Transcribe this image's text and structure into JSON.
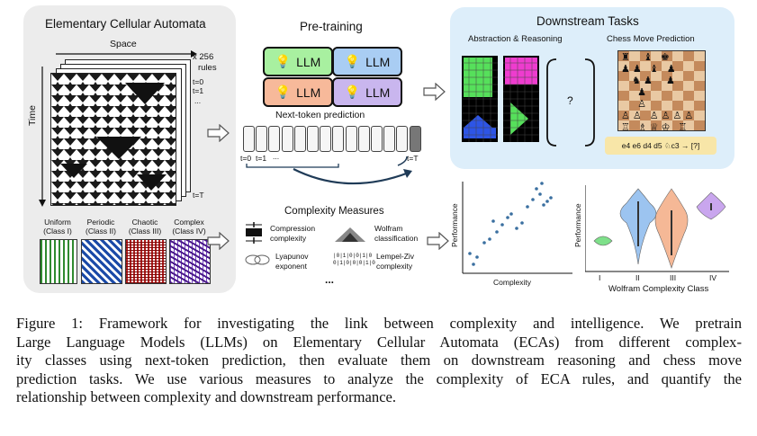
{
  "left_panel": {
    "title": "Elementary Cellular Automata",
    "space_label": "Space",
    "time_label": "Time",
    "rules_count": "x 256",
    "rules_word": "rules",
    "t0": "t=0",
    "t1": "t=1",
    "dots": "...",
    "tT": "t=T",
    "classes": [
      {
        "name": "Uniform",
        "sub": "(Class I)"
      },
      {
        "name": "Periodic",
        "sub": "(Class II)"
      },
      {
        "name": "Chaotic",
        "sub": "(Class III)"
      },
      {
        "name": "Complex",
        "sub": "(Class IV)"
      }
    ]
  },
  "pretraining": {
    "title": "Pre-training",
    "llm_label": "LLM",
    "llm_colors": [
      "#a8f0a0",
      "#a9cdf3",
      "#f7b99a",
      "#c9b6ee"
    ],
    "next_token": "Next-token prediction",
    "t0": "t=0",
    "t1": "t=1",
    "dots": "...",
    "tT": "t=T"
  },
  "complexity": {
    "title": "Complexity Measures",
    "items": [
      {
        "label1": "Compression",
        "label2": "complexity",
        "icon": "compress-icon"
      },
      {
        "label1": "Wolfram",
        "label2": "classification",
        "icon": "triangle-pattern-icon"
      },
      {
        "label1": "Lyapunov",
        "label2": "exponent",
        "icon": "attractor-icon"
      },
      {
        "label1": "Lempel-Ziv",
        "label2": "complexity",
        "icon": "binary-string-icon"
      }
    ],
    "binary1": "|0|1|0|0|1|0",
    "binary2": "0|1|0|0|0|1|0",
    "more": "..."
  },
  "downstream": {
    "title": "Downstream Tasks",
    "abstraction": "Abstraction & Reasoning",
    "chess": "Chess Move Prediction",
    "question": "?",
    "moves": "e4 e6 d4 d5 ♘c3 → [?]"
  },
  "scatter": {
    "xlabel": "Complexity",
    "ylabel": "Performance"
  },
  "violin": {
    "ylabel": "Performance",
    "xlabel": "Wolfram Complexity Class",
    "categories": [
      "I",
      "II",
      "III",
      "IV"
    ],
    "colors": [
      "#7ee08a",
      "#9cc4f0",
      "#f5b896",
      "#c9a6ee"
    ]
  },
  "caption_lines": [
    "Figure 1: Framework for investigating the link between complexity and intelligence. We pretrain",
    "Large Language Models (LLMs) on Elementary Cellular Automata (ECAs) from different complex-",
    "ity classes using next-token prediction, then evaluate them on downstream reasoning and chess move",
    "prediction tasks. We use various measures to analyze the complexity of ECA rules, and quantify the",
    "relationship between complexity and downstream performance."
  ]
}
